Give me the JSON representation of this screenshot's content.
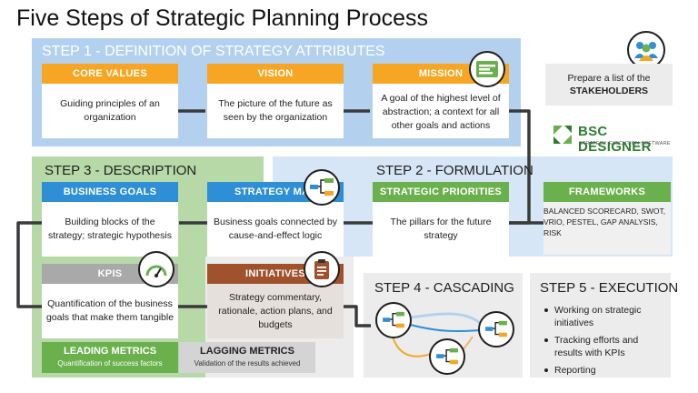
{
  "title": "Five Steps of Strategic Planning Process",
  "step1": {
    "label": "STEP 1 - DEFINITION OF STRATEGY ATTRIBUTES",
    "core_values": {
      "head": "CORE VALUES",
      "body": "Guiding principles of an organization"
    },
    "vision": {
      "head": "VISION",
      "body": "The picture of the future as seen by the organization"
    },
    "mission": {
      "head": "MISSION",
      "body": "A goal of the highest level of abstraction; a context for all other goals and actions"
    }
  },
  "stakeholders": {
    "line1": "Prepare a list of the",
    "line2": "STAKEHOLDERS"
  },
  "logo": {
    "name": "BSC DESIGNER",
    "tagline": "STRATEGY EXECUTION SOFTWARE"
  },
  "step2": {
    "label": "STEP 2 - FORMULATION",
    "priorities": {
      "head": "STRATEGIC PRIORITIES",
      "body": "The pillars for the future strategy"
    },
    "frameworks": {
      "head": "FRAMEWORKS",
      "body": "BALANCED SCORECARD, SWOT, VRIO, PESTEL, GAP ANALYSIS, RISK"
    }
  },
  "step3": {
    "label": "STEP 3 - DESCRIPTION",
    "business_goals": {
      "head": "BUSINESS GOALS",
      "body": "Building blocks of the strategy; strategic hypothesis"
    },
    "strategy_map": {
      "head": "STRATEGY MAP",
      "body": "Business goals connected by cause-and-effect logic"
    },
    "kpis": {
      "head": "KPIS",
      "body": "Quantification of the business goals that make them tangible"
    },
    "initiatives": {
      "head": "INITIATIVES",
      "body": "Strategy commentary, rationale, action plans, and budgets"
    },
    "leading": {
      "head": "LEADING METRICS",
      "body": "Quantification of success factors"
    },
    "lagging": {
      "head": "LAGGING METRICS",
      "body": "Validation of the results achieved"
    }
  },
  "step4": {
    "label": "STEP 4 - CASCADING"
  },
  "step5": {
    "label": "STEP 5 - EXECUTION",
    "items": [
      "Working on strategic initiatives",
      "Tracking efforts and results with KPIs",
      "Reporting"
    ]
  },
  "colors": {
    "orange": "#f6a623",
    "blue": "#2f8fd6",
    "green": "#6ab04c",
    "grey": "#a9a9a9",
    "brown": "#a0522d",
    "panel_blue": "#b3d1ef",
    "panel_green": "#b7d9a8",
    "panel_grey": "#ececec"
  },
  "icons": [
    "mission-list-icon",
    "people-icon",
    "strategy-map-icon",
    "gauge-icon",
    "clipboard-icon",
    "cascade-map-icon"
  ]
}
